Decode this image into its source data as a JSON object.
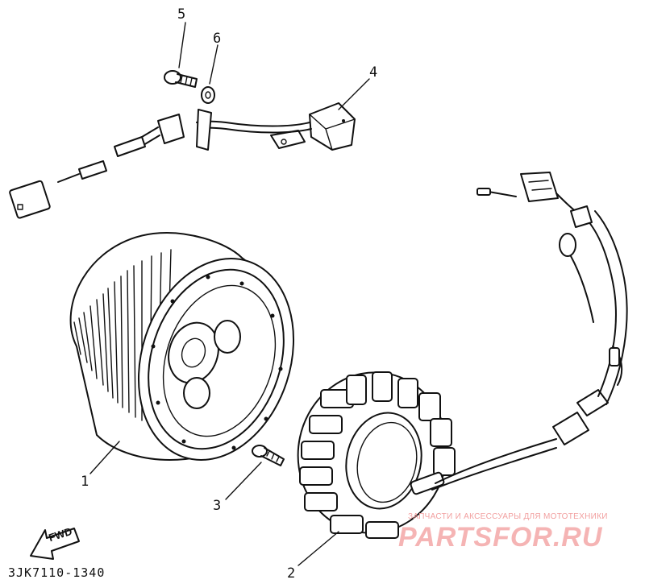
{
  "diagram": {
    "part_code": "3JK7110-1340",
    "direction_label": "FWD",
    "callouts": [
      {
        "id": "1",
        "text": "1"
      },
      {
        "id": "2",
        "text": "2"
      },
      {
        "id": "3",
        "text": "3"
      },
      {
        "id": "4",
        "text": "4"
      },
      {
        "id": "5",
        "text": "5"
      },
      {
        "id": "6",
        "text": "6"
      }
    ]
  },
  "watermark": {
    "tagline": "ЗАПЧАСТИ И АКСЕССУАРЫ ДЛЯ МОТОТЕХНИКИ",
    "logo": "PARTSFOR.RU",
    "color": "#f4a7a7"
  }
}
